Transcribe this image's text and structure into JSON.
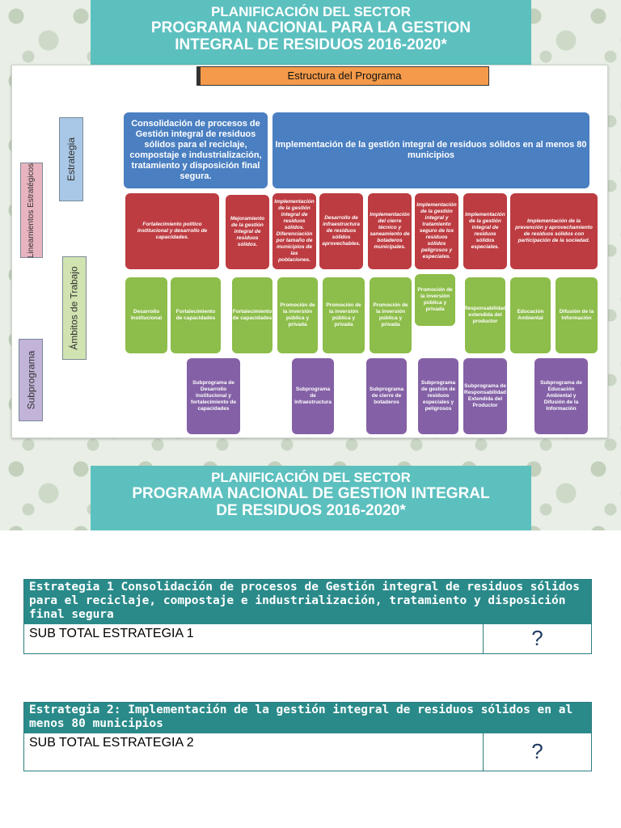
{
  "slide1": {
    "title_line1": "PLANIFICACIÓN DEL SECTOR",
    "title_line2": "PROGRAMA NACIONAL PARA LA GESTION",
    "title_line3": "INTEGRAL DE RESIDUOS 2016-2020*",
    "diagram": {
      "structure_title": "Estructura del Programa",
      "left_labels": {
        "lineamientos": "Lineamientos Estratégicos",
        "estrategia": "Estrategia",
        "ambitos": "Ámbitos de Trabajo",
        "subprograma": "Subprograma"
      },
      "strategies": [
        "Consolidación de procesos de Gestión integral de residuos sólidos para el reciclaje, compostaje e industrialización, tratamiento y disposición final segura.",
        "Implementación de la gestión integral de residuos sólidos en al menos 80 municipios"
      ],
      "guidelines": [
        "Fortalecimiento político institucional y desarrollo de capacidades.",
        "Mejoramiento de la gestión integral de residuos sólidos.",
        "Implementación de la gestión integral de residuos sólidos. Diferenciación por tamaño de municipios de las poblaciones.",
        "Desarrollo de infraestructura de residuos sólidos aprovechables.",
        "Implementación del cierre técnico y saneamiento de botaderos municipales.",
        "Implementación de la gestión integral y tratamiento seguro de los residuos sólidos peligrosos y especiales.",
        "Implementación de la gestión integral de residuos sólidos especiales.",
        "Implementación de la prevención y aprovechamiento de residuos sólidos con participación de la sociedad."
      ],
      "areas": [
        "Desarrollo Institucional",
        "Fortalecimiento de capacidades",
        "Fortalecimiento de capacidades",
        "Promoción de la inversión pública y privada",
        "Promoción de la inversión pública y privada",
        "Promoción de la inversión pública y privada",
        "Promoción de la inversión pública y privada",
        "Responsabilidad extendida del productor",
        "Educación Ambiental",
        "Difusión de la Información"
      ],
      "subprograms": [
        "Subprograma de Desarrollo Institucional y fortalecimiento de capacidades",
        "Subprograma de Infraestructura",
        "Subprograma de cierre de botaderos",
        "Subprograma de gestión de residuos especiales y peligrosos",
        "Subprograma de Responsabilidad Extendida del Productor",
        "Subprograma de Educación Ambiental y Difusión de la Información"
      ]
    }
  },
  "slide2": {
    "title_line1": "PLANIFICACIÓN DEL SECTOR",
    "title_line2": "PROGRAMA NACIONAL DE GESTION INTEGRAL",
    "title_line3": "DE RESIDUOS 2016-2020*",
    "tables": [
      {
        "header": "Estrategia 1 Consolidación de procesos de Gestión integral de residuos sólidos para el reciclaje, compostaje e industrialización, tratamiento y disposición final segura",
        "subtotal_label": "SUB TOTAL ESTRATEGIA 1",
        "subtotal_value": "?"
      },
      {
        "header": "Estrategia 2: Implementación de la gestión integral de residuos sólidos en al menos 80 municipios",
        "subtotal_label": "SUB TOTAL ESTRATEGIA 2",
        "subtotal_value": "?"
      }
    ]
  }
}
